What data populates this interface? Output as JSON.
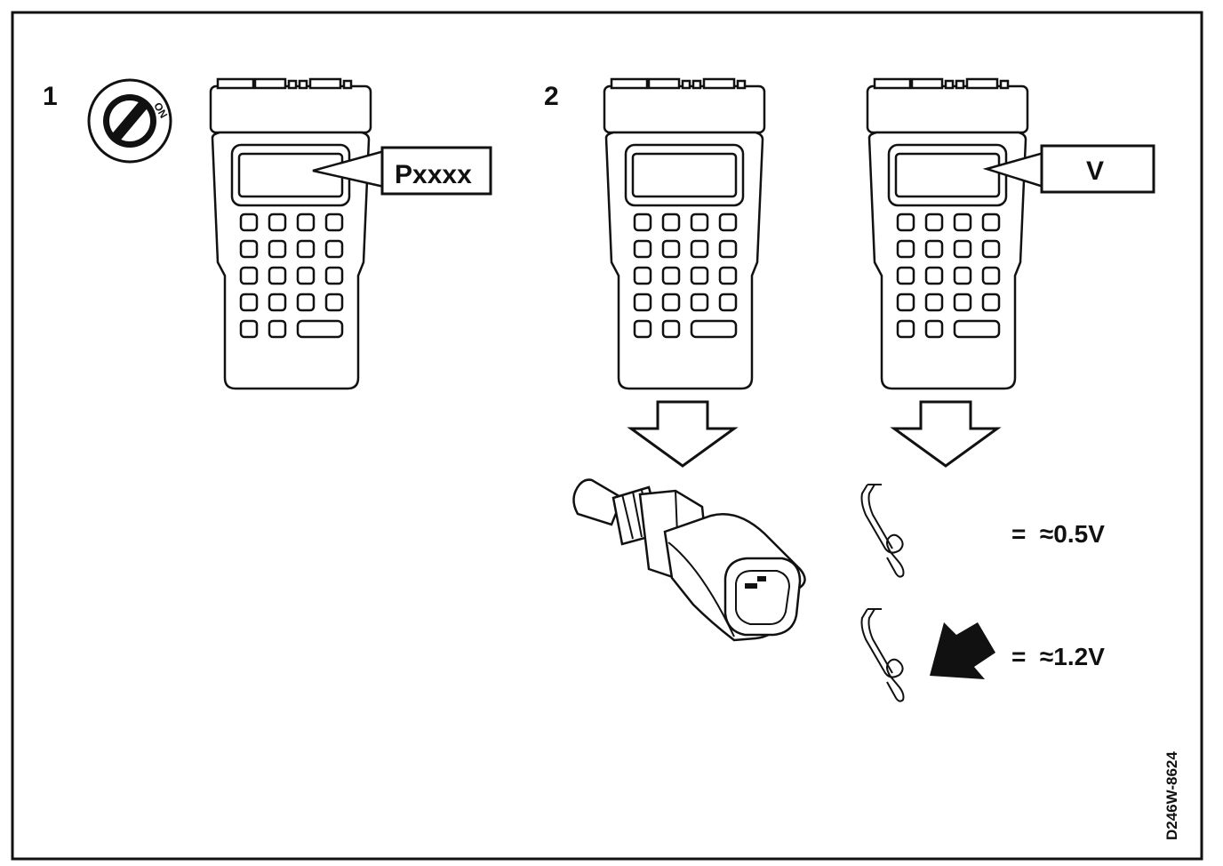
{
  "steps": [
    {
      "number": "1",
      "key_label": "ON",
      "callout": "Pxxxx"
    },
    {
      "number": "2",
      "callout": "V"
    }
  ],
  "readings": [
    {
      "text": "=  ≈0.5V"
    },
    {
      "text": "=  ≈1.2V"
    }
  ],
  "figure_code": "D246W-8624"
}
